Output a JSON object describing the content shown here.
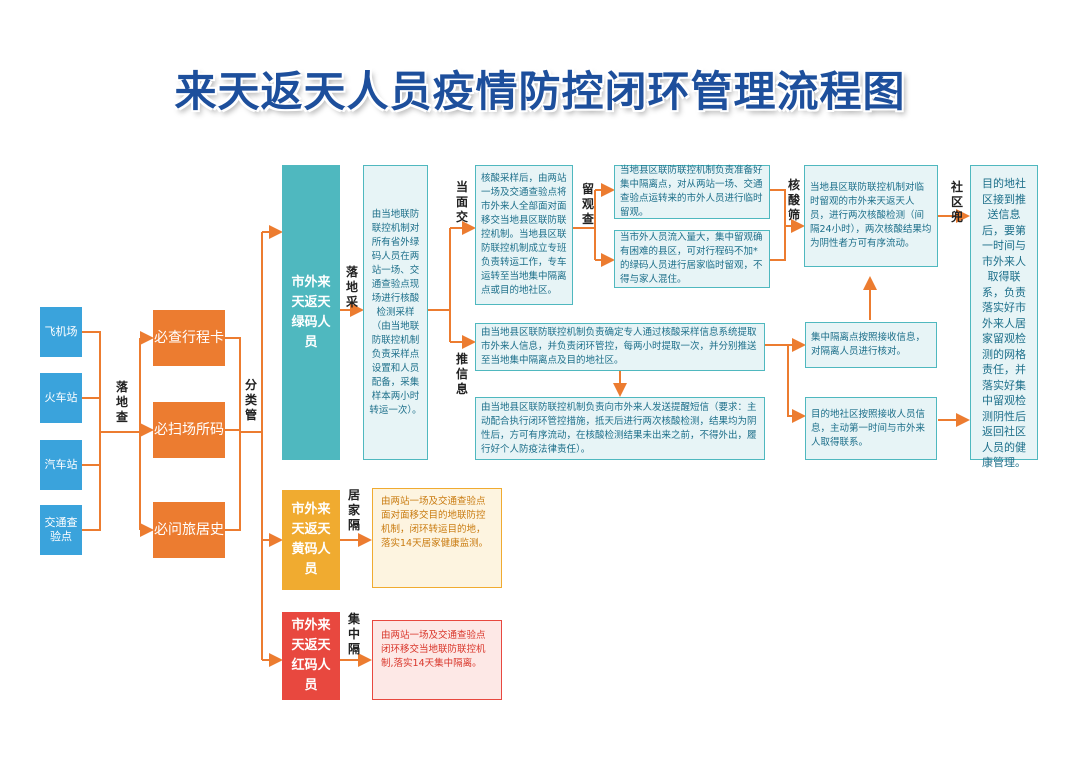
{
  "title": "来天返天人员疫情防控闭环管理流程图",
  "locations": [
    "飞机场",
    "火车站",
    "汽车站",
    "交通查验点"
  ],
  "checks": [
    "必查行程卡",
    "必扫场所码",
    "必问旅居史"
  ],
  "labels": {
    "luodi_cha": "落地查",
    "fenlei_guan": "分类管",
    "luodi_cai": "落地采",
    "dangmian_jiao": "当面交",
    "liuguan_cha": "留观查",
    "hesuan_shai": "核酸筛",
    "shequ_dou": "社区兜",
    "tui_xinxi": "推信息",
    "jujia_ge": "居家隔",
    "jizhong_ge": "集中隔"
  },
  "groups": {
    "green": "市外来天返天绿码人员",
    "yellow": "市外来天返天黄码人员",
    "red": "市外来天返天红码人员"
  },
  "texts": {
    "sampling": "由当地联防联控机制对所有省外绿码人员在两站一场、交通查验点现场进行核酸检测采样（由当地联防联控机制负责采样点设置和人员配备，采集样本两小时转运一次）。",
    "handover": "核酸采样后，由两站一场及交通查验点将市外来人全部面对面移交当地县区联防联控机制。当地县区联防联控机制成立专班负责转运工作，专车运转至当地集中隔离点或目的地社区。",
    "observe1": "当地县区联防联控机制负责准备好集中隔离点，对从两站一场、交通查验点运转来的市外人员进行临时留观。",
    "observe2": "当市外人员流入量大，集中留观确有困难的县区，可对行程码不加*的绿码人员进行居家临时留观，不得与家人混住。",
    "nucleic": "当地县区联防联控机制对临时留观的市外来天返天人员，进行两次核酸检测（间隔24小时），两次核酸结果均为阴性者方可有序流动。",
    "push_info": "由当地县区联防联控机制负责确定专人通过核酸采样信息系统提取市外来人信息，并负责闭环管控，每两小时提取一次，并分别推送至当地集中隔离点及目的地社区。",
    "sms": "由当地县区联防联控机制负责向市外来人发送提醒短信（要求：主动配合执行闭环管控措施，抵天后进行两次核酸检测，结果均为阴性后，方可有序流动，在核酸检测结果未出来之前，不得外出，履行好个人防疫法律责任）。",
    "isolation_point": "集中隔离点按照接收信息，对隔离人员进行核对。",
    "community_receive": "目的地社区按照接收人员信息，主动第一时间与市外来人取得联系。",
    "final": "目的地社区接到推送信息后，要第一时间与市外来人取得联系，负责落实好市外来人居家留观检测的网格责任，并落实好集中留观检测阴性后返回社区人员的健康管理。",
    "yellow_text": "由两站一场及交通查验点面对面移交目的地联防控机制，闭环转运目的地，落实14天居家健康监测。",
    "red_text": "由两站一场及交通查验点闭环移交当地联防联控机制,落实14天集中隔离。"
  },
  "colors": {
    "blue": "#3aa3dc",
    "orange": "#ec7c30",
    "teal": "#4fb8bf",
    "yellow": "#f0ab30",
    "red": "#e8483f",
    "title": "#1d4f9c"
  }
}
